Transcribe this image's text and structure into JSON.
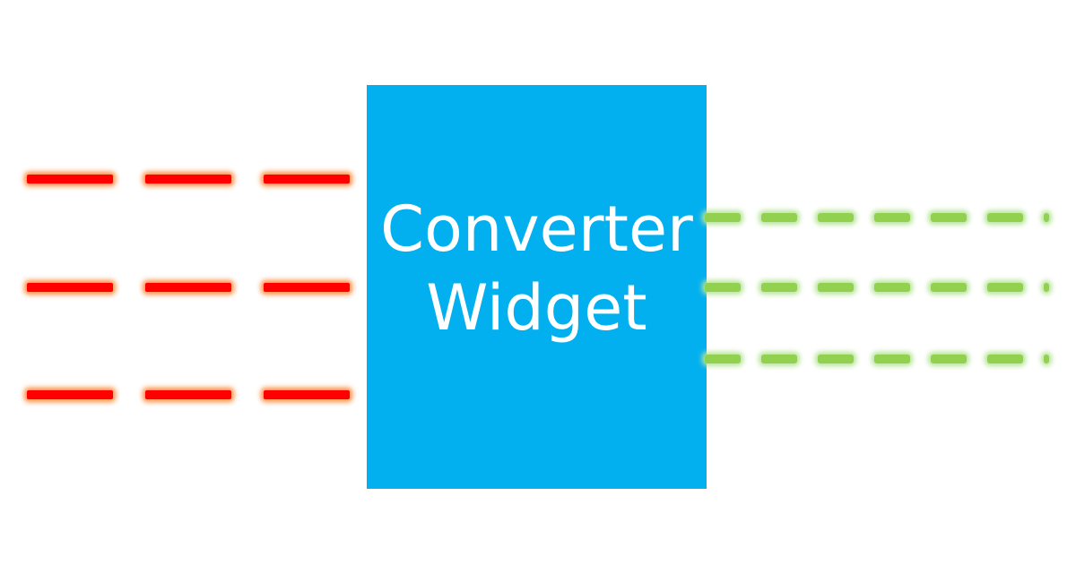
{
  "widget": {
    "title_line1": "Converter",
    "title_line2": "Widget",
    "color": "#03b0ef",
    "text_color": "#ffffff"
  },
  "inputs": {
    "color": "#ff0000",
    "glow": "#ff8a3d",
    "line_count": 3,
    "dashes_per_line": 3
  },
  "outputs": {
    "color": "#92d050",
    "glow": "#b8e59a",
    "line_count": 3,
    "dashes_per_line": 7
  }
}
